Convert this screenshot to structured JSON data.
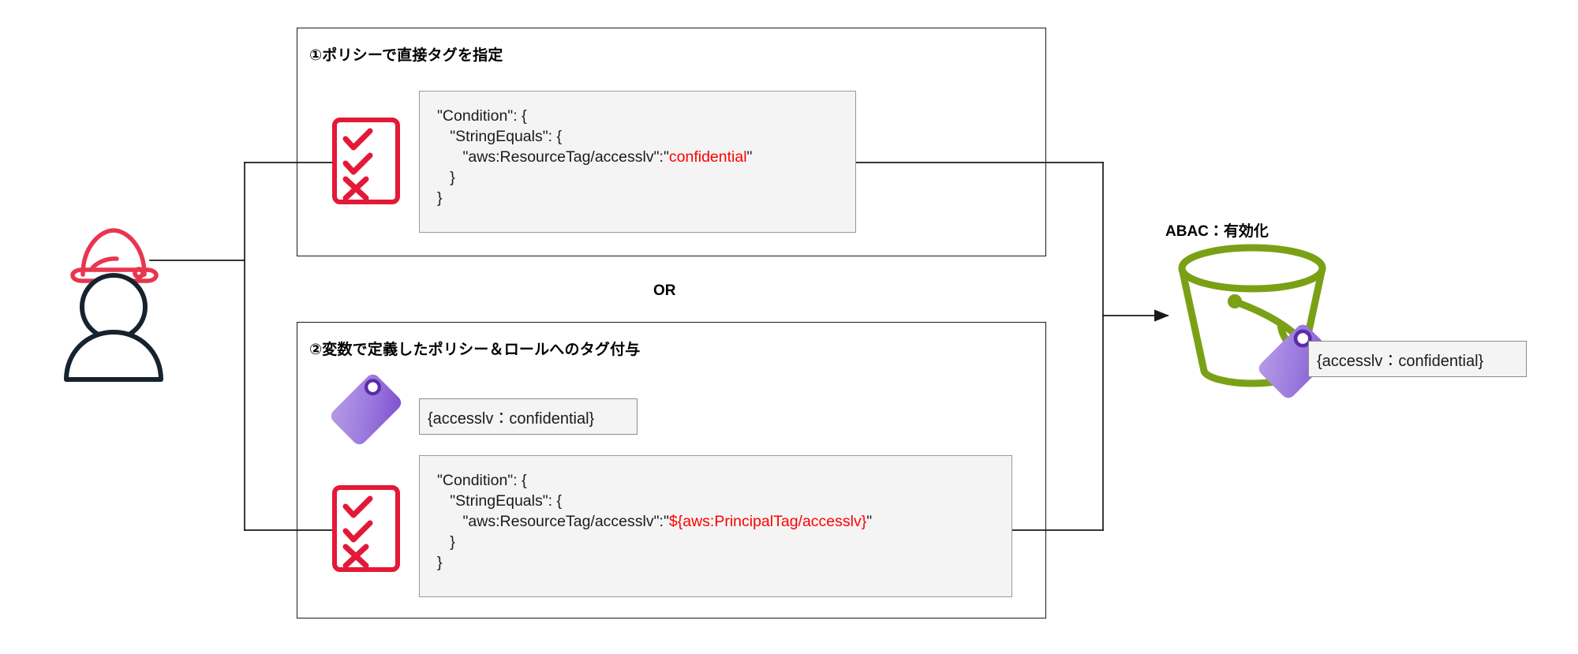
{
  "diagram": {
    "title": "ABAC policy tag specification flow",
    "or_label": "OR",
    "colors": {
      "line": "#1a1a1a",
      "checklist_red": "#e31937",
      "code_red": "#ff0000",
      "person_body": "#16232f",
      "helmet_red": "#e8364f",
      "bucket_green": "#7aa116",
      "tag_purple_light": "#a98bdd",
      "tag_purple_dark": "#7d4fce",
      "code_bg": "#f4f4f4",
      "code_border": "#9a9a9a"
    }
  },
  "actor": {
    "name": "operator-person"
  },
  "options": [
    {
      "id": "option-1",
      "title": "①ポリシーで直接タグを指定",
      "checklist": {
        "marks": [
          "check",
          "check",
          "cross"
        ]
      },
      "code_lines": [
        {
          "text": "\"Condition\": {",
          "highlight": null
        },
        {
          "text": "   \"StringEquals\": {",
          "highlight": null
        },
        {
          "prefix": "      \"aws:ResourceTag/accesslv\":\"",
          "highlight": "confidential",
          "suffix": "\""
        },
        {
          "text": "   }",
          "highlight": null
        },
        {
          "text": "}",
          "highlight": null
        }
      ]
    },
    {
      "id": "option-2",
      "title": "②変数で定義したポリシー＆ロールへのタグ付与",
      "tag_icon": "tag-icon",
      "tag_value": "{accesslv：confidential}",
      "checklist": {
        "marks": [
          "check",
          "check",
          "cross"
        ]
      },
      "code_lines": [
        {
          "text": "\"Condition\": {",
          "highlight": null
        },
        {
          "text": "   \"StringEquals\": {",
          "highlight": null
        },
        {
          "prefix": "      \"aws:ResourceTag/accesslv\":\"",
          "highlight": "${aws:PrincipalTag/accesslv}",
          "suffix": "\""
        },
        {
          "text": "   }",
          "highlight": null
        },
        {
          "text": "}",
          "highlight": null
        }
      ]
    }
  ],
  "result": {
    "label": "ABAC：有効化",
    "bucket_icon": "s3-bucket-icon",
    "tag_icon": "tag-icon",
    "tag_value": "{accesslv：confidential}"
  }
}
